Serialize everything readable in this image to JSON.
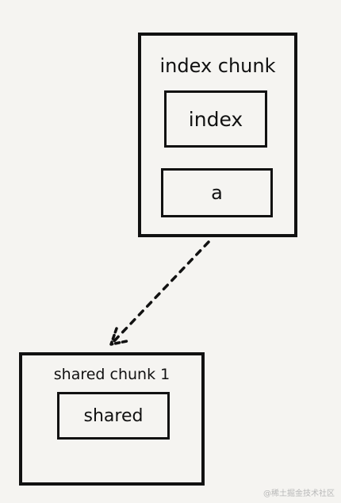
{
  "index_chunk": {
    "title": "index chunk",
    "modules": [
      "index",
      "a"
    ]
  },
  "shared_chunk": {
    "title": "shared chunk 1",
    "modules": [
      "shared"
    ]
  },
  "connector": {
    "style": "dashed-arrow",
    "from": "index chunk",
    "to": "shared chunk 1"
  },
  "watermark": "@稀土掘金技术社区",
  "colors": {
    "background": "#f5f4f1",
    "stroke": "#111111",
    "watermark": "#b8b8b8"
  }
}
